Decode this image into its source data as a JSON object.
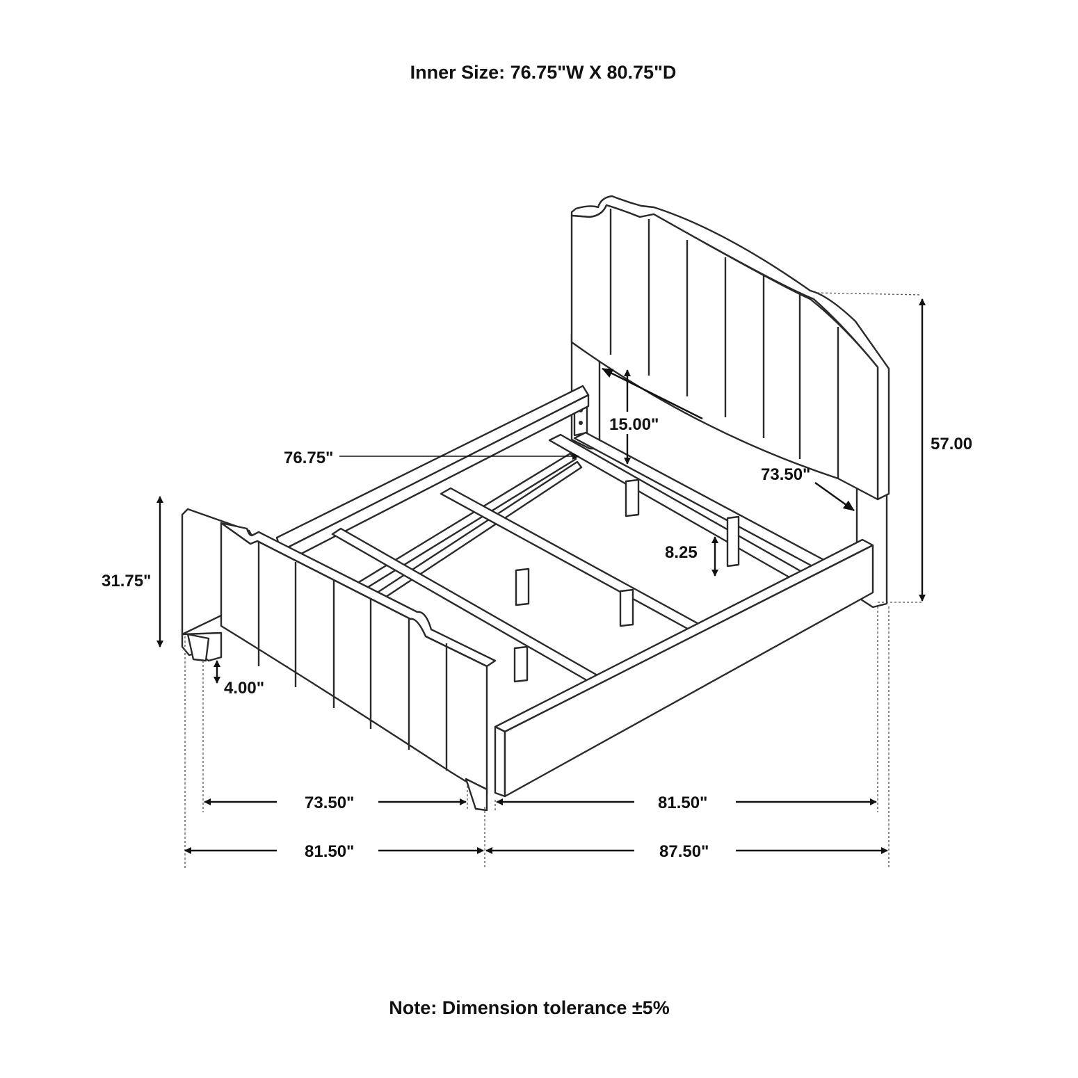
{
  "header": {
    "title": "Inner Size: 76.75\"W X 80.75\"D"
  },
  "footer": {
    "note": "Note: Dimension tolerance ±5%"
  },
  "dimensions": {
    "headboard_height": "57.00",
    "headboard_width": "73.50\"",
    "slat_clearance": "15.00\"",
    "inner_width": "76.75\"",
    "under_bed_clearance": "8.25",
    "footboard_height": "31.75\"",
    "leg_height": "4.00\"",
    "footboard_width": "73.50\"",
    "side_rail_length": "81.50\"",
    "overall_width": "81.50\"",
    "overall_length": "87.50\""
  },
  "colors": {
    "line": "#2a2a2a",
    "text": "#111111",
    "background": "#ffffff"
  }
}
